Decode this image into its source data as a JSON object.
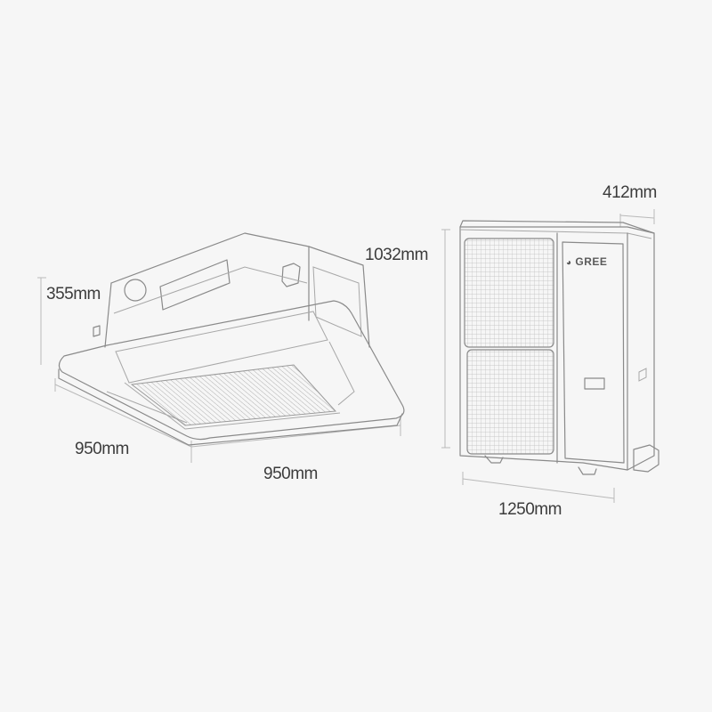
{
  "indoor_unit": {
    "type": "cassette",
    "height_label": "355mm",
    "depth_label": "950mm",
    "width_label": "950mm"
  },
  "outdoor_unit": {
    "brand": "GREE",
    "depth_label": "412mm",
    "height_label": "1032mm",
    "width_label": "1250mm",
    "fan_count": 2
  },
  "colors": {
    "background": "#f6f6f6",
    "line": "#8a8a8a",
    "text": "#3c3c3c"
  }
}
